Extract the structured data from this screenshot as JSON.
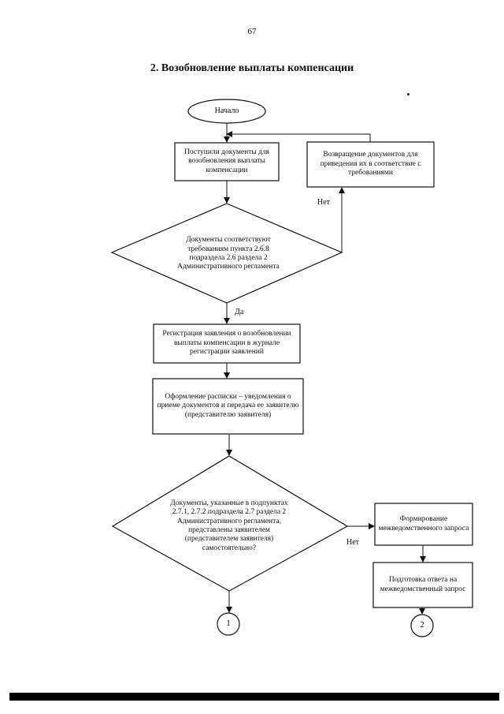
{
  "page": {
    "number": "67",
    "title": "2.  Возобновление выплаты компенсации"
  },
  "flowchart": {
    "nodes": {
      "start": "Начало",
      "received_docs": "Поступили документы для возобновления выплаты компенсации",
      "return_docs": "Возвращение документов для приведения их в соответствие с требованиями",
      "decision_compliance": "Документы соответствуют требованиям пункта 2.6.8 подраздела 2.6 раздела 2 Административного регламента",
      "registration": "Регистрация заявления о возобновлении выплаты компенсации в журнале регистрации заявлений",
      "receipt": "Оформление расписки – уведомления о приеме документов и передача ее заявителю (представителю заявителя)",
      "decision_self_submitted": "Документы, указанные в подпунктах 2.7.1, 2.7.2 подраздела 2.7 раздела 2 Административного регламента, представлены заявителем  (представителем заявителя) самостоятельно?",
      "interagency_request": "Формирование межведомственного запроса",
      "prepare_response": "Подготовка ответа на межведомственный запрос",
      "connector_1": "1",
      "connector_2": "2"
    },
    "edge_labels": {
      "no_1": "Нет",
      "yes_1": "Да",
      "no_2": "Нет"
    }
  }
}
